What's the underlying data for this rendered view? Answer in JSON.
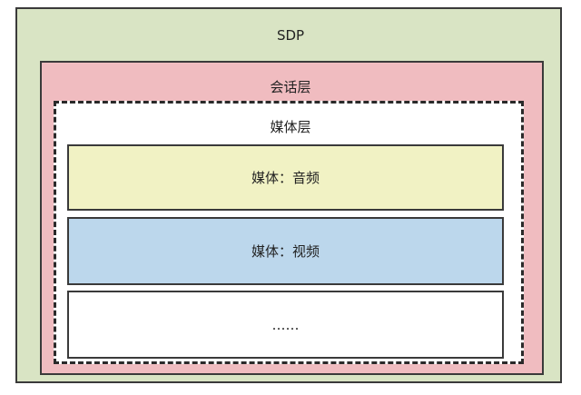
{
  "diagram": {
    "outer_label": "SDP",
    "session_label": "会话层",
    "media_layer_label": "媒体层",
    "boxes": [
      {
        "label": "媒体：音频"
      },
      {
        "label": "媒体：视频"
      },
      {
        "label": "……"
      }
    ]
  },
  "colors": {
    "outer_fill": "#d9e4c4",
    "session_fill": "#f0bcc0",
    "media_layer_fill": "#ffffff",
    "audio_fill": "#f1f2c4",
    "video_fill": "#bcd7ec",
    "more_fill": "#ffffff",
    "stroke": "#3a3a3a"
  }
}
